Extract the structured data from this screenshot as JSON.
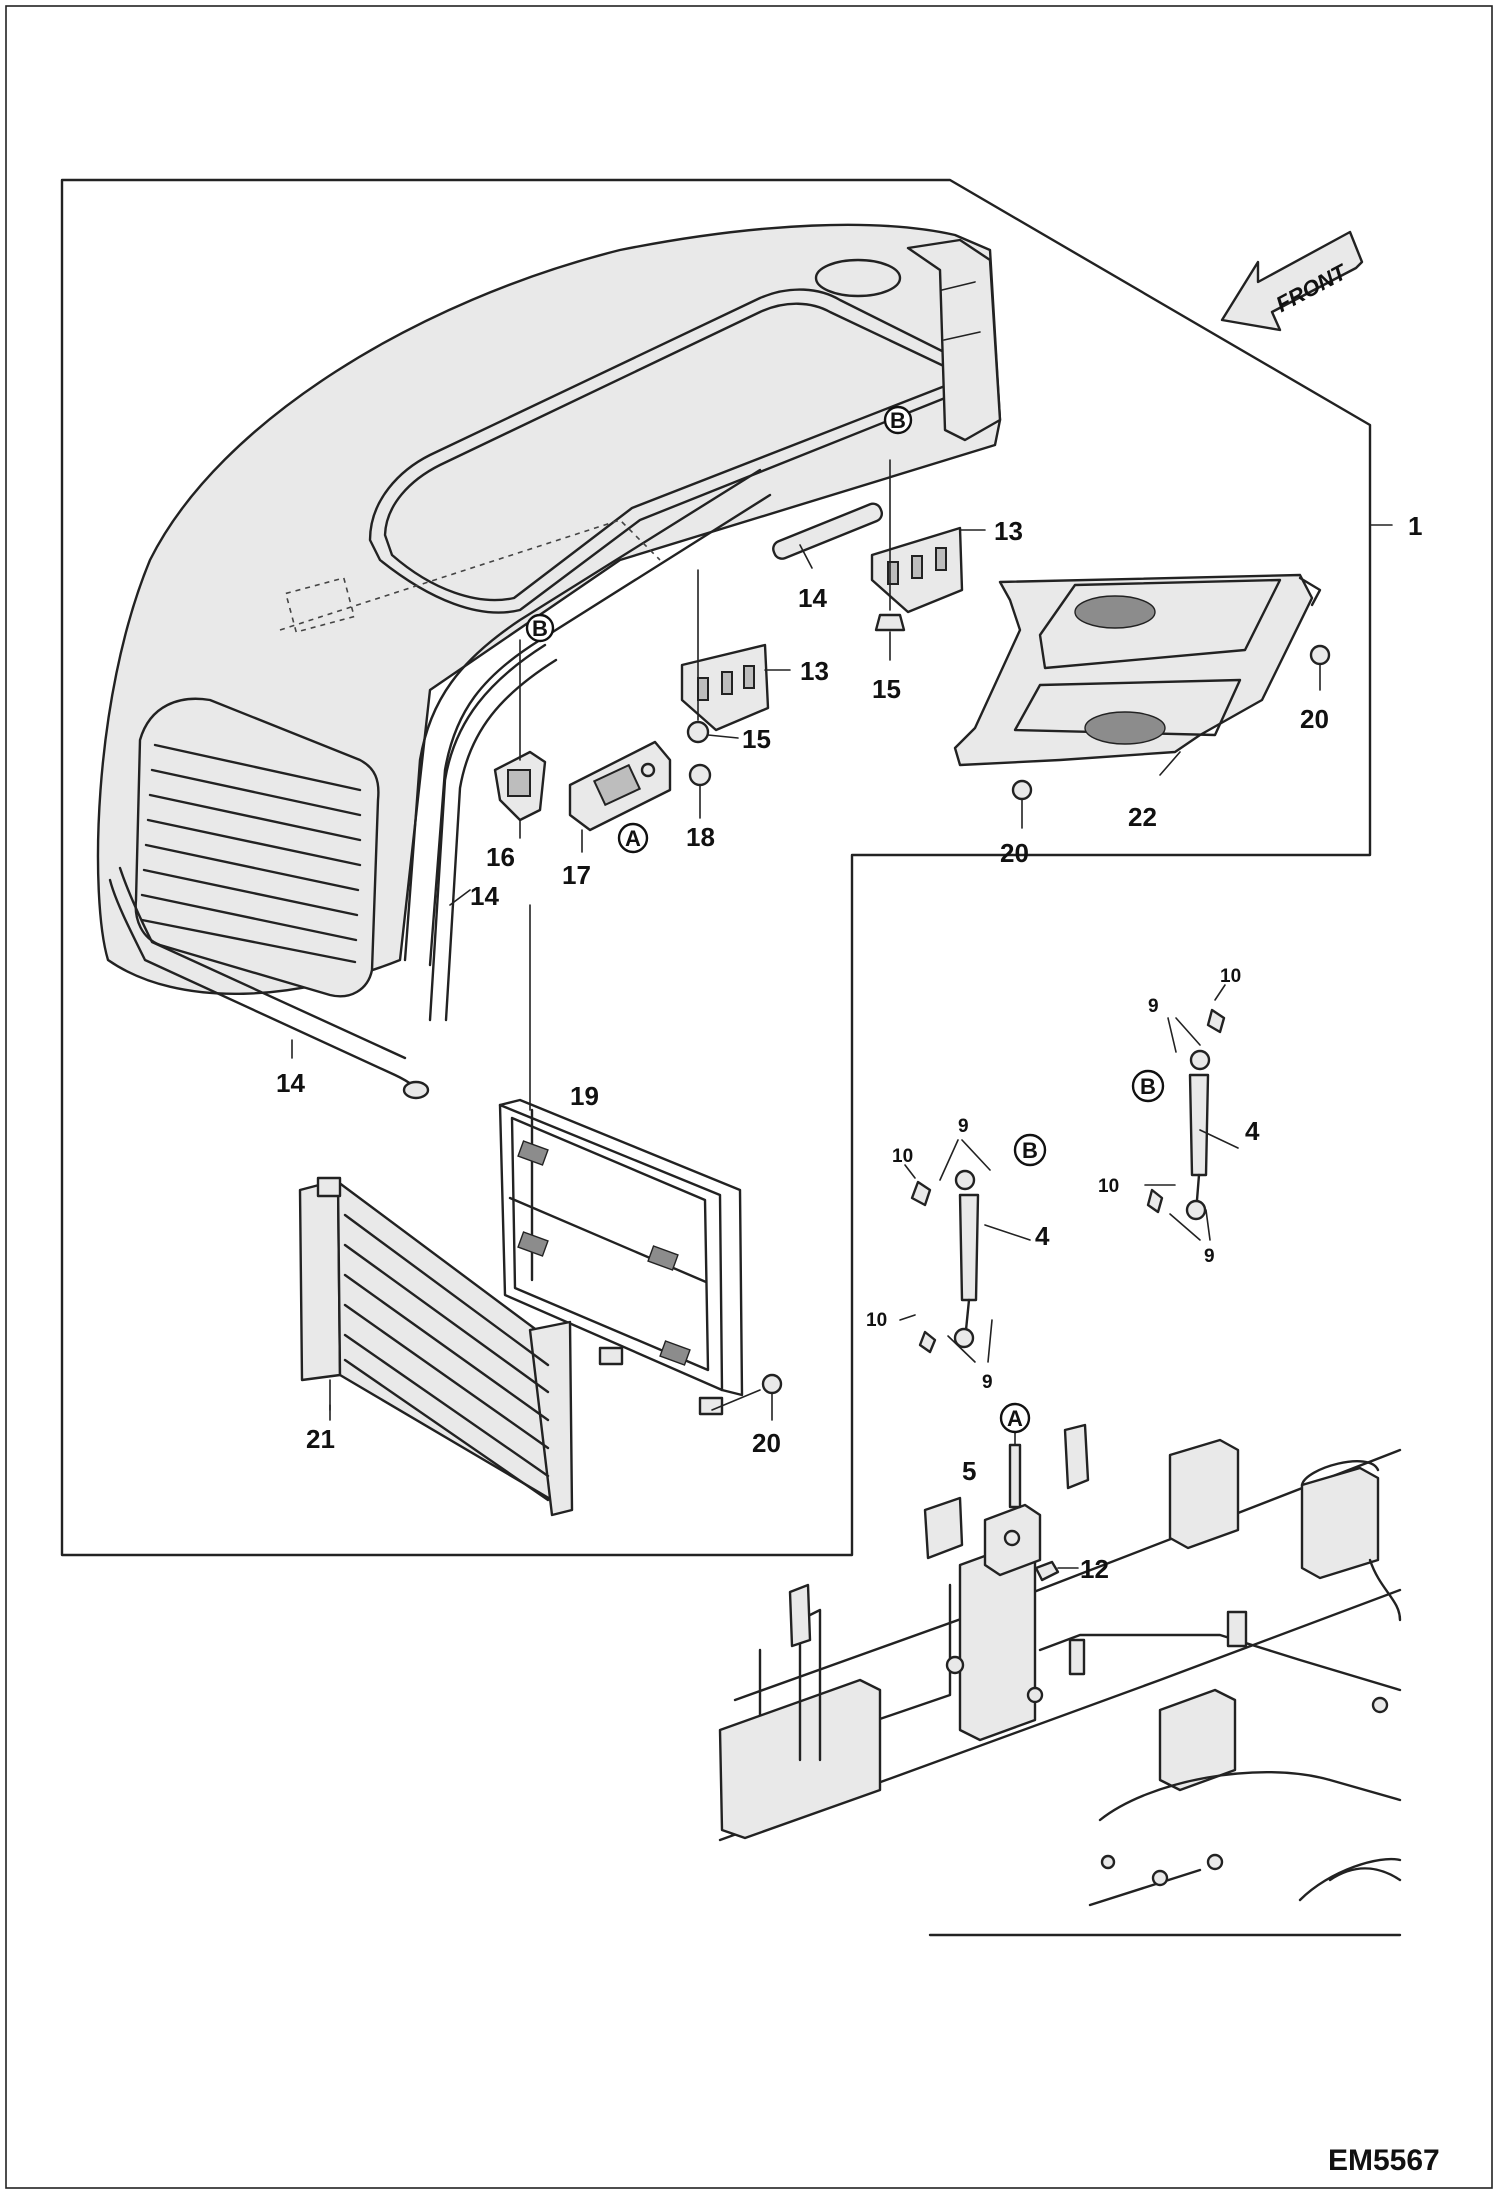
{
  "drawing_code": "EM5567",
  "direction_label": "FRONT",
  "callouts": {
    "c1": "1",
    "c13a": "13",
    "c13b": "13",
    "c14a": "14",
    "c14b": "14",
    "c14c": "14",
    "c15a": "15",
    "c15b": "15",
    "c16": "16",
    "c17": "17",
    "c18": "18",
    "c19": "19",
    "c20a": "20",
    "c20b": "20",
    "c20c": "20",
    "c21": "21",
    "c22": "22",
    "c4a": "4",
    "c4b": "4",
    "c5": "5",
    "c12": "12",
    "c9a": "9",
    "c9b": "9",
    "c9c": "9",
    "c9d": "9",
    "c10a": "10",
    "c10b": "10",
    "c10c": "10",
    "c10d": "10"
  },
  "reference_markers": {
    "a1": "A",
    "a2": "A",
    "b1": "B",
    "b2": "B",
    "b3": "B",
    "b4": "B"
  }
}
